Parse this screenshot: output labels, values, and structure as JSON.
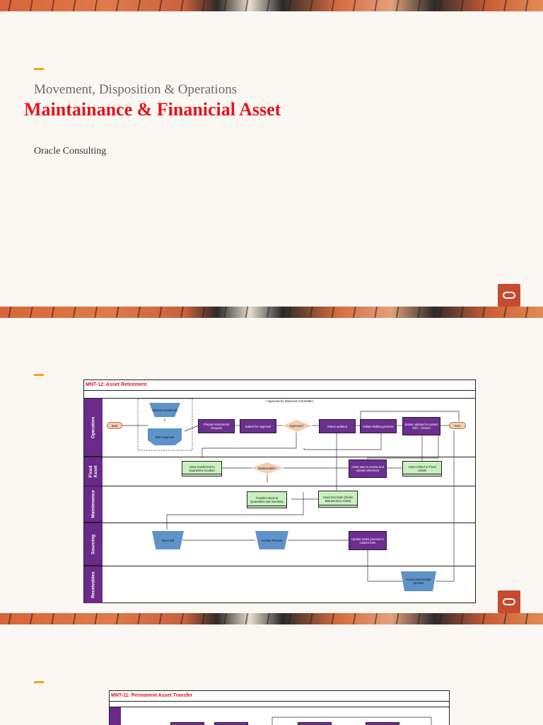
{
  "slide1": {
    "subtitle": "Movement, Disposition & Operations",
    "title": "Maintainance & Finanicial Asset",
    "organization": "Oracle Consulting"
  },
  "slide2": {
    "diagram_title": "MNT-12: Asset Retirement",
    "note": "* Approval by Disposal Committee",
    "lanes": [
      "Operation",
      "Fixed Asset",
      "Maintenance",
      "Sourcing",
      "Receivables"
    ],
    "nodes": {
      "start": "Start",
      "retirement_evaluation": "Retirement Evaluation",
      "doa_approval": "DOA Approval",
      "prepare_retirement_request": "Prepare Retirement Request",
      "submit_for_approval": "Submit for Approval",
      "approved": "Approved *",
      "status_updated": "Status updated",
      "initiate_bidding": "Initiate Bidding process",
      "status_updated_closed": "Status updated in custom form - Closed",
      "end": "End",
      "asset_transferred": "Asset transferred to Quarantine location",
      "maintainable": "Maintainable?",
      "asset_user_review": "Asset user to review and submit retirement",
      "asset_retired_fa": "Asset retired in Fixed Assets",
      "transfer_stock": "Transfer Stock to Quarantine sub inventory",
      "asset_end_date": "Asset End Date (Retire Maintenance Asset)",
      "open_bid": "Open Bid",
      "auction_process": "Auction Process",
      "update_sales": "Update Sales proceed in custom form",
      "invoice_receipt": "Invoice and receipt process"
    }
  },
  "slide3": {
    "diagram_title": "MNT-11: Permanent Asset Transfer"
  },
  "colors": {
    "title_red": "#e3141b",
    "accent": "#f0a31c",
    "lane_purple": "#6a2a8a",
    "process_purple": "#6b2f8f",
    "green_box": "#c9f0bf",
    "decision": "#f4cdb1",
    "manual_blue": "#5d93c8",
    "logo": "#c84a2f"
  },
  "icons": [
    "oracle-logo-icon"
  ]
}
